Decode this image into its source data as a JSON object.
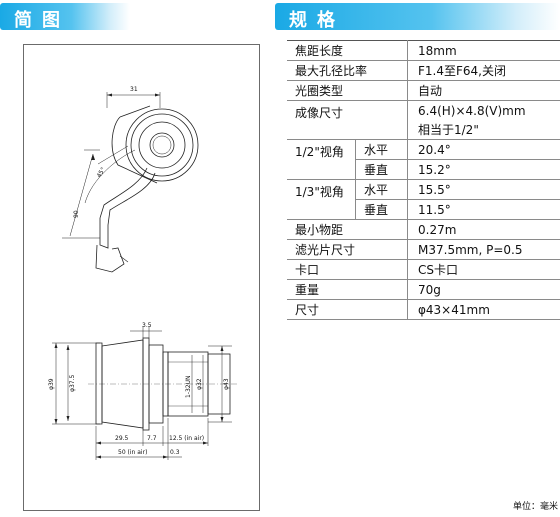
{
  "tabs": {
    "left": "简图",
    "right": "规格"
  },
  "dims": {
    "top_width": "31",
    "angle": "45°",
    "side": "90",
    "flange": "3.5",
    "d39": "φ39",
    "d375": "φ37.5",
    "thread": "1-32UN",
    "d32": "φ32",
    "d43": "φ43",
    "d295": "29.5",
    "d77": "7.7",
    "d125": "12.5 (in air)",
    "d50": "50 (in air)",
    "d03": "0.3"
  },
  "specs": {
    "focal": {
      "label": "焦距长度",
      "value": "18mm"
    },
    "aperture": {
      "label": "最大孔径比率",
      "value": "F1.4至F64,关闭"
    },
    "iris": {
      "label": "光圈类型",
      "value": "自动"
    },
    "format": {
      "label": "成像尺寸",
      "value": "6.4(H)×4.8(V)mm",
      "value2": "相当于1/2\""
    },
    "view12": {
      "label": "1/2\"视角",
      "h_label": "水平",
      "h_value": "20.4°",
      "v_label": "垂直",
      "v_value": "15.2°"
    },
    "view13": {
      "label": "1/3\"视角",
      "h_label": "水平",
      "h_value": "15.5°",
      "v_label": "垂直",
      "v_value": "11.5°"
    },
    "mod": {
      "label": "最小物距",
      "value": "0.27m"
    },
    "filter": {
      "label": "滤光片尺寸",
      "value": "M37.5mm, P=0.5"
    },
    "mount": {
      "label": "卡口",
      "value": "CS卡口"
    },
    "weight": {
      "label": "重量",
      "value": "70g"
    },
    "size": {
      "label": "尺寸",
      "value": "φ43×41mm"
    }
  },
  "unit": "单位：毫米"
}
